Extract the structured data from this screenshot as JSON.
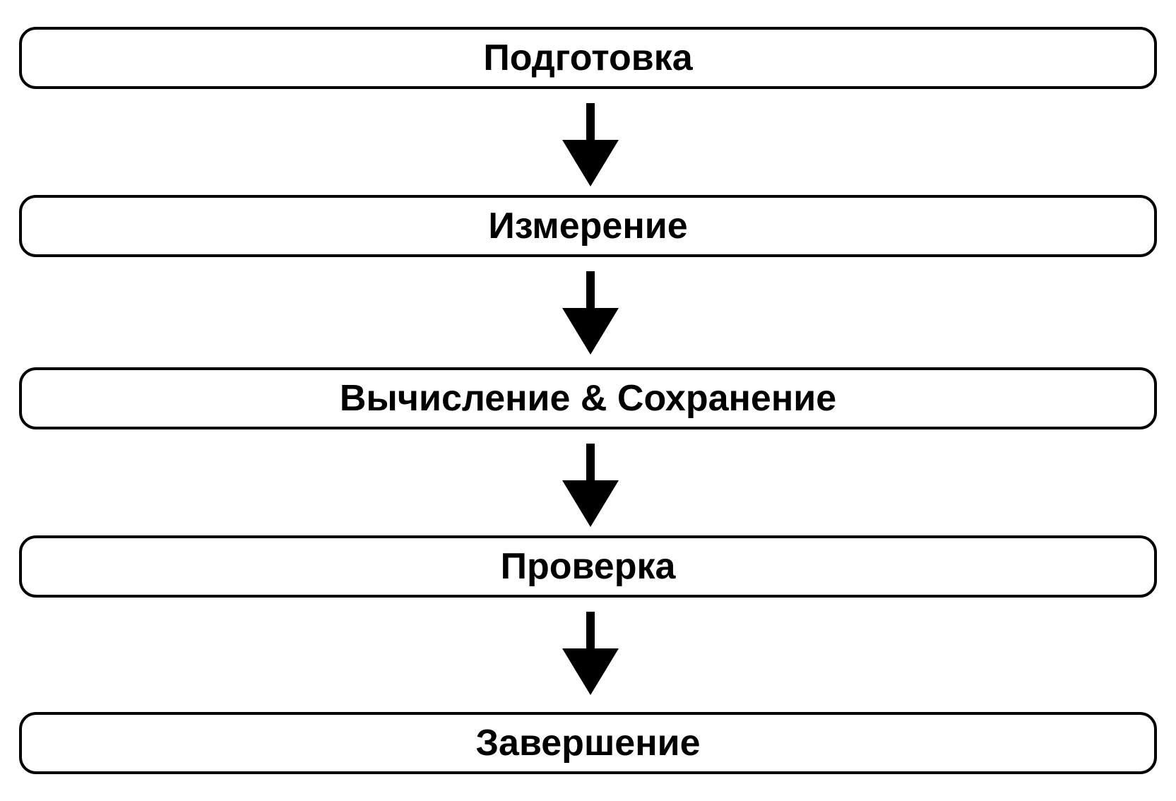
{
  "steps": [
    {
      "label": "Подготовка"
    },
    {
      "label": "Измерение"
    },
    {
      "label": "Вычисление & Сохранение"
    },
    {
      "label": "Проверка"
    },
    {
      "label": "Завершение"
    }
  ],
  "colors": {
    "stroke": "#000000",
    "fill": "#ffffff",
    "text": "#000000"
  }
}
